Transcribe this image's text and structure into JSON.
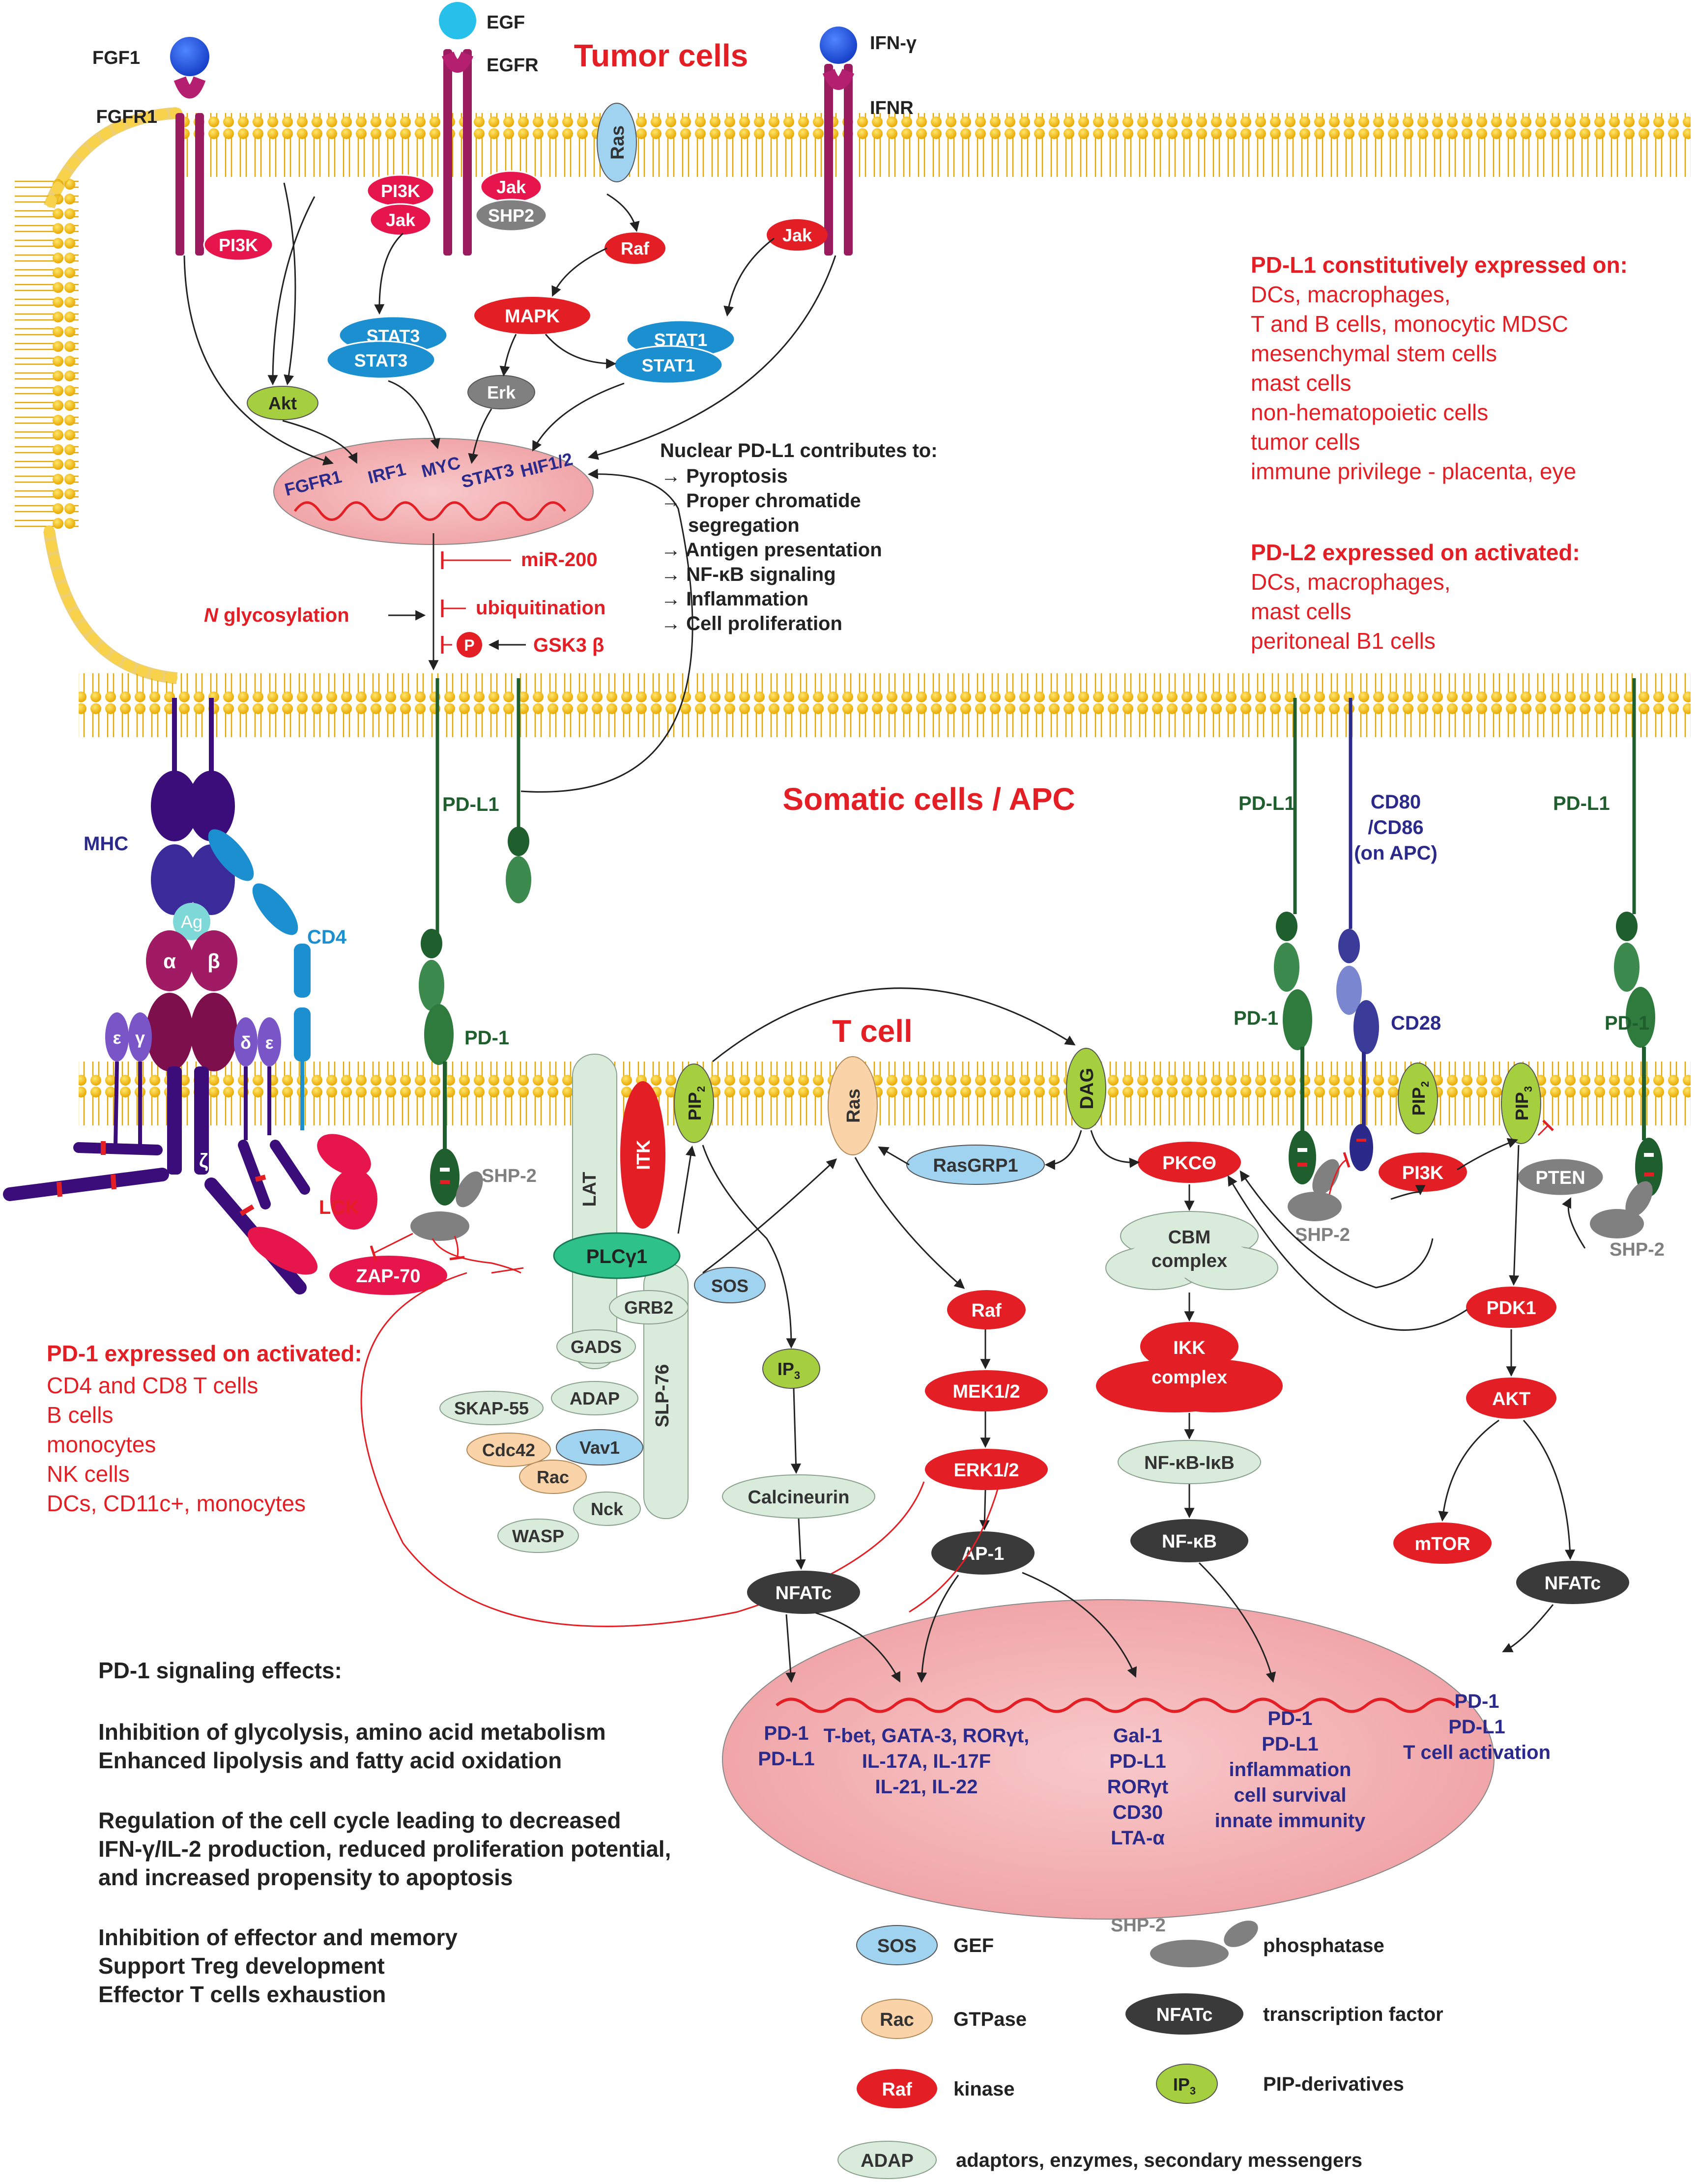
{
  "titles": {
    "tumor": "Tumor cells",
    "somatic": "Somatic cells / APC",
    "tcell": "T cell"
  },
  "colors": {
    "red_text": "#e31e24",
    "kinase": "#e31e24",
    "gef": "#9fd3f0",
    "gtpase": "#fbd3a8",
    "adaptor": "#d9ebdb",
    "tf": "#3a3a3a",
    "pip": "#a6cf3f",
    "phosphatase": "#808080",
    "stat": "#1c8fd0",
    "nucleus": "#f3b3b5",
    "membrane": "#f7c20d",
    "pd_green": "#1f5e2d",
    "receptor": "#9a1b5e",
    "mhc": "#3a0d7a"
  },
  "tumor": {
    "fgf1": "FGF1",
    "fgfr1": "FGFR1",
    "egf": "EGF",
    "egfr": "EGFR",
    "ifng": "IFN-γ",
    "ifnr": "IFNR",
    "ras": "Ras",
    "pi3k_a": "PI3K",
    "pi3k_b": "PI3K",
    "jak_a": "Jak",
    "jak_b": "Jak",
    "jak_c": "Jak",
    "shp2": "SHP2",
    "raf": "Raf",
    "mapk": "MAPK",
    "stat3_a": "STAT3",
    "stat3_b": "STAT3",
    "stat1_a": "STAT1",
    "stat1_b": "STAT1",
    "erk": "Erk",
    "akt": "Akt",
    "nucleus_genes": [
      "FGFR1",
      "IRF1",
      "MYC",
      "STAT3",
      "HIF1/2"
    ],
    "mir200": "miR-200",
    "ubiquitination": "ubiquitination",
    "n_prefix": "N",
    "glycosylation": " glycosylation",
    "p": "P",
    "gsk3b": "GSK3 β"
  },
  "nuclear_pdl1": {
    "heading": "Nuclear PD-L1 contributes to:",
    "items": [
      "→ Pyroptosis",
      "→ Proper chromatide",
      "segregation",
      "→ Antigen presentation",
      "→ NF-κB signaling",
      "→ Inflammation",
      "→ Cell proliferation"
    ]
  },
  "pdl1_const": {
    "heading": "PD-L1 constitutively expressed on:",
    "items": [
      "DCs, macrophages,",
      "T and B cells, monocytic MDSC",
      "mesenchymal stem cells",
      "mast cells",
      "non-hematopoietic cells",
      "tumor cells",
      "immune privilege - placenta, eye"
    ]
  },
  "pdl2": {
    "heading": "PD-L2 expressed on activated:",
    "items": [
      "DCs, macrophages,",
      "mast cells",
      "peritoneal B1 cells"
    ]
  },
  "apc": {
    "mhc": "MHC",
    "cd4": "CD4",
    "ag": "Ag",
    "alpha": "α",
    "beta": "β",
    "epsilon1": "ε",
    "gamma": "γ",
    "delta": "δ",
    "epsilon2": "ε",
    "zeta1": "ζ",
    "zeta2": "ζ",
    "pdl1_a": "PD-L1",
    "pdl1_b": "PD-L1",
    "pdl1_c": "PD-L1",
    "cd80": "CD80",
    "cd86": "/CD86",
    "on_apc": "(on APC)"
  },
  "tcell_nodes": {
    "pd1_a": "PD-1",
    "pd1_b": "PD-1",
    "pd1_c": "PD-1",
    "cd28": "CD28",
    "shp2_a": "SHP-2",
    "shp2_b": "SHP-2",
    "shp2_c": "SHP-2",
    "lck": "LCK",
    "zap70": "ZAP-70",
    "lat": "LAT",
    "itk": "ITK",
    "pip": "PIP",
    "pip_sub": "2",
    "pip3": "PIP",
    "pip3_sub": "3",
    "plcg1": "PLCγ1",
    "grb2": "GRB2",
    "sos": "SOS",
    "gads": "GADS",
    "skap55": "SKAP-55",
    "adap": "ADAP",
    "slp76": "SLP-76",
    "vav1": "Vav1",
    "cdc42": "Cdc42",
    "rac": "Rac",
    "nck": "Nck",
    "wasp": "WASP",
    "ras": "Ras",
    "rasgrp1": "RasGRP1",
    "dag": "DAG",
    "ip": "IP",
    "ip_sub": "3",
    "calcineurin": "Calcineurin",
    "nfatc_a": "NFATc",
    "raf": "Raf",
    "mek": "MEK1/2",
    "erk": "ERK1/2",
    "ap1": "AP-1",
    "pkc": "PKCΘ",
    "cbm": "CBM",
    "cbm2": "complex",
    "ikk": "IKK",
    "ikk2": "complex",
    "nfkbikb": "NF-κB-IκB",
    "nfkb": "NF-κB",
    "pi3k": "PI3K",
    "pten": "PTEN",
    "pdk1": "PDK1",
    "akt": "AKT",
    "mtor": "mTOR",
    "nfatc_b": "NFATc"
  },
  "pd1_expr": {
    "heading": "PD-1 expressed on activated:",
    "items": [
      "CD4 and CD8 T cells",
      "B cells",
      "monocytes",
      "NK cells",
      "DCs, CD11c+, monocytes"
    ]
  },
  "nucleus_targets": {
    "g1": [
      "PD-1",
      "PD-L1"
    ],
    "g2": [
      "T-bet, GATA-3, RORγt,",
      "IL-17A, IL-17F",
      "IL-21, IL-22"
    ],
    "g3": [
      "Gal-1",
      "PD-L1",
      "RORγt",
      "CD30",
      "LTA-α"
    ],
    "g4": [
      "PD-1",
      "PD-L1",
      "inflammation",
      "cell survival",
      "innate immunity"
    ],
    "g5": [
      "PD-1",
      "PD-L1",
      "T cell activation"
    ]
  },
  "effects": {
    "heading": "PD-1 signaling effects:",
    "lines": [
      "Inhibition of glycolysis, amino acid metabolism",
      "Enhanced lipolysis and fatty acid oxidation",
      "Regulation of the cell cycle leading to decreased",
      "IFN-γ/IL-2 production, reduced proliferation potential,",
      "and increased propensity to apoptosis",
      "Inhibition of effector and memory",
      "Support Treg development",
      "Effector T cells exhaustion"
    ]
  },
  "legend": {
    "sos": "SOS",
    "gef": "GEF",
    "rac": "Rac",
    "gtpase": "GTPase",
    "raf": "Raf",
    "kinase": "kinase",
    "adap": "ADAP",
    "adaptors": "adaptors, enzymes, secondary messengers",
    "shp2": "SHP-2",
    "phosphatase": "phosphatase",
    "nfatc": "NFATc",
    "tf": "transcription factor",
    "ip": "IP",
    "ip_sub": "3",
    "pipderiv": "PIP-derivatives"
  }
}
